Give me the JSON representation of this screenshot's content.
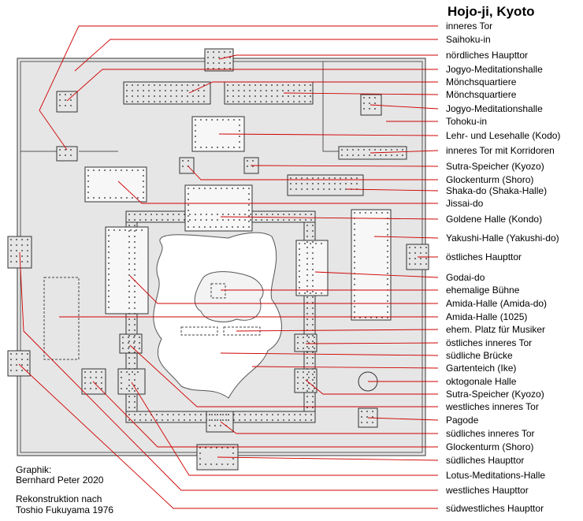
{
  "title": "Hojo-ji, Kyoto",
  "credits": {
    "line1": "Graphik:",
    "line2": "Bernhard Peter 2020",
    "line3": "Rekonstruktion nach",
    "line4": "Toshio Fukuyama 1976"
  },
  "labels": [
    "inneres Tor",
    "Saihoku-in",
    "nördliches Haupttor",
    "Jogyo-Meditationshalle",
    "Mönchsquartiere",
    "Mönchsquartiere",
    "Jogyo-Meditationshalle",
    "Tohoku-in",
    "Lehr- und Lesehalle (Kodo)",
    "inneres Tor mit Korridoren",
    "Sutra-Speicher (Kyozo)",
    "Glockenturm (Shoro)",
    "Shaka-do (Shaka-Halle)",
    "Jissai-do",
    "Goldene Halle (Kondo)",
    "Yakushi-Halle (Yakushi-do)",
    "östliches Haupttor",
    "Godai-do",
    "ehemalige Bühne",
    "Amida-Halle (Amida-do)",
    "Amida-Halle (1025)",
    "ehem. Platz für Musiker",
    "östliches inneres Tor",
    "südliche Brücke",
    "Gartenteich (Ike)",
    "oktogonale Halle",
    "Sutra-Speicher (Kyozo)",
    "westliches inneres Tor",
    "Pagode",
    "südliches inneres Tor",
    "Glockenturm (Shoro)",
    "südliches Haupttor",
    "Lotus-Meditations-Halle",
    "westliches Haupttor",
    "südwestliches Haupttor"
  ],
  "colors": {
    "leader": "#d00000",
    "ground": "#e6e6e6"
  }
}
